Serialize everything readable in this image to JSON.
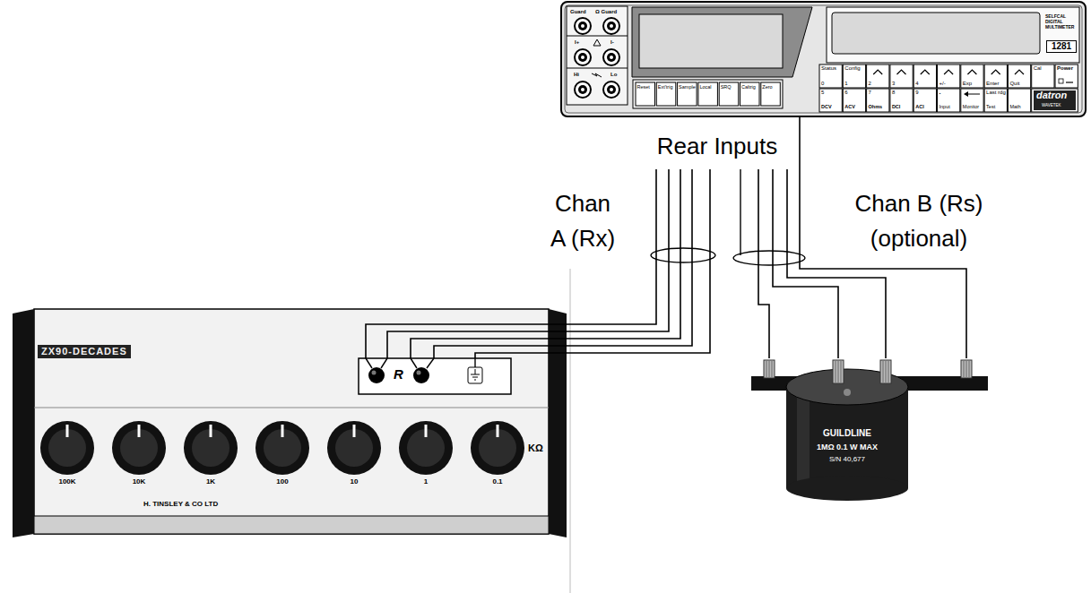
{
  "diagram": {
    "nodes": [
      {
        "text": [
          "SELFCAL DIGITAL MULTIMETER",
          "1281"
        ]
      },
      {
        "text": [
          "ZX90-DECADES",
          "H. TINSLEY & CO LTD"
        ]
      },
      {
        "text": [
          "R"
        ],
        "in": 1
      },
      {
        "text": [
          "GUILDLINE",
          "1MΩ 0.1 W MAX",
          "S/N 40,677"
        ]
      }
    ],
    "edges": [
      {
        "from": 0,
        "to": 2,
        "arrow": "none"
      },
      {
        "from": 0,
        "to": 2,
        "arrow": "none"
      },
      {
        "from": 0,
        "to": 2,
        "arrow": "none"
      },
      {
        "from": 0,
        "to": 2,
        "arrow": "none"
      },
      {
        "from": 0,
        "to": 2,
        "arrow": "none"
      },
      {
        "from": 0,
        "to": 3,
        "arrow": "none"
      },
      {
        "from": 0,
        "to": 3,
        "arrow": "none"
      },
      {
        "from": 0,
        "to": 3,
        "arrow": "none"
      },
      {
        "from": 0,
        "to": 3,
        "arrow": "none"
      }
    ],
    "labels": [
      "Guard",
      "Ω Guard",
      "I+",
      "I-",
      "Hi",
      "Lo",
      "Reset",
      "Ext'trig",
      "Sample",
      "Local",
      "SRQ",
      "Caltrig",
      "Zero",
      "Status",
      "0",
      "Config",
      "1",
      "2",
      "3",
      "4",
      "+/-",
      "Exp",
      "Enter",
      "Quit",
      "Cal",
      "Power",
      "5",
      "DCV",
      "6",
      "ACV",
      "7",
      "Ohms",
      "8",
      "DCI",
      "9",
      "ACI",
      ".",
      "Input",
      "Monitor",
      "Last rdg",
      "Test",
      "Math",
      "datron",
      "WAVETEK",
      "Rear Inputs",
      "Chan A (Rx)",
      "Chan B (Rs) (optional)",
      "100K",
      "10K",
      "1K",
      "100",
      "10",
      "1",
      "0.1",
      "KΩ"
    ]
  }
}
